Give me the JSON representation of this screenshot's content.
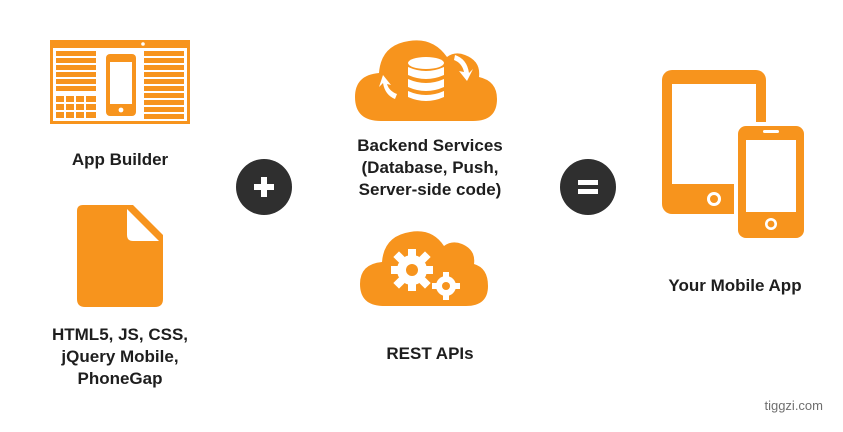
{
  "colors": {
    "accent": "#F7941D",
    "operator": "#2F2F2F",
    "text": "#1E1E1E"
  },
  "app_builder": {
    "icon": "app-builder-icon",
    "label": "App Builder"
  },
  "web_tech": {
    "icon": "document-icon",
    "lines": [
      "HTML5, JS, CSS,",
      "jQuery Mobile,",
      "PhoneGap"
    ]
  },
  "operators": {
    "plus_icon": "plus-icon",
    "equals_icon": "equals-icon"
  },
  "backend": {
    "icon": "cloud-database-icon",
    "lines": [
      "Backend Services",
      "(Database, Push,",
      "Server-side code)"
    ]
  },
  "rest": {
    "icon": "cloud-gears-icon",
    "label": "REST APIs"
  },
  "result": {
    "icon": "tablet-phone-icon",
    "label": "Your Mobile App"
  },
  "footer": {
    "brand": "tiggzi.com"
  }
}
